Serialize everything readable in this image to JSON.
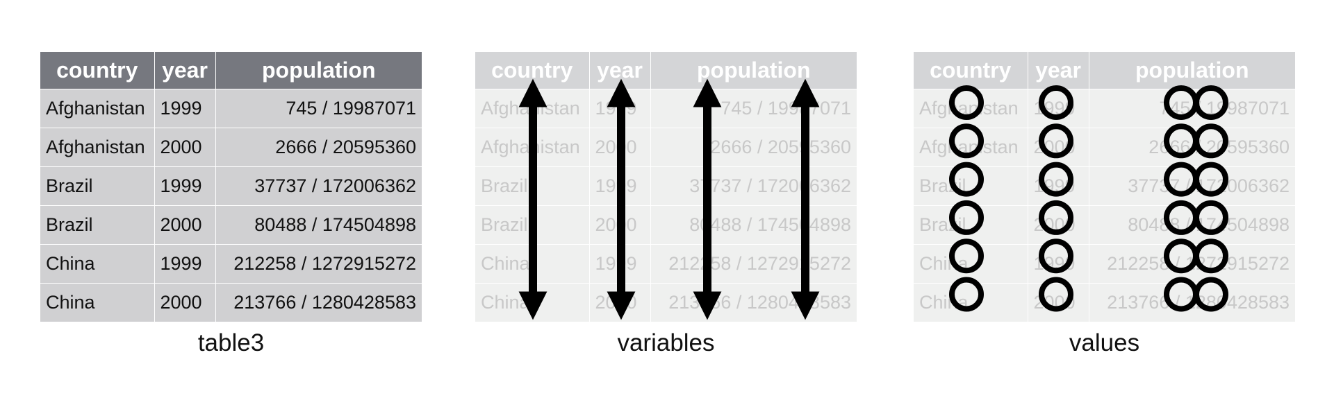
{
  "headers": [
    "country",
    "year",
    "population"
  ],
  "rows": [
    [
      "Afghanistan",
      "1999",
      "745 / 19987071"
    ],
    [
      "Afghanistan",
      "2000",
      "2666 / 20595360"
    ],
    [
      "Brazil",
      "1999",
      "37737 / 172006362"
    ],
    [
      "Brazil",
      "2000",
      "80488 / 174504898"
    ],
    [
      "China",
      "1999",
      "212258 / 1272915272"
    ],
    [
      "China",
      "2000",
      "213766 / 1280428583"
    ]
  ],
  "captions": {
    "table": "table3",
    "variables": "variables",
    "values": "values"
  },
  "colors": {
    "header": "#76787f",
    "body": "#d0d0d2",
    "faded_header": "#d4d5d7",
    "faded_body": "#eff0ef",
    "marks": "#000000"
  }
}
